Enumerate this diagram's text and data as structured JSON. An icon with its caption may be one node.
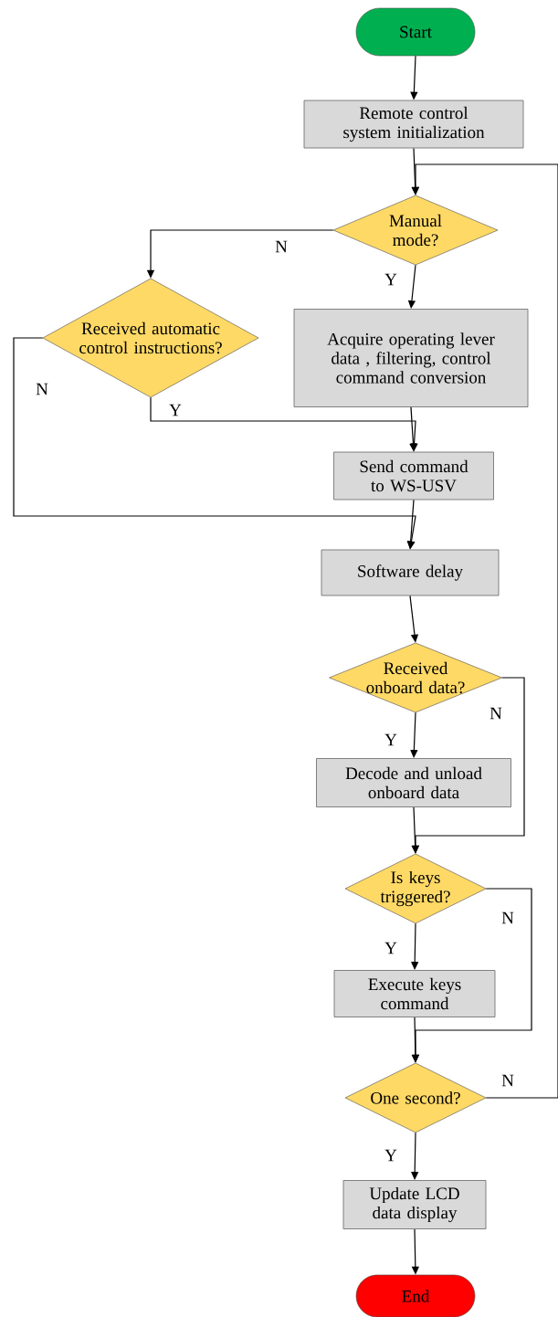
{
  "diagram": {
    "nodes": [
      {
        "text": [
          "Start"
        ]
      },
      {
        "text": [
          "Remote control system initialization"
        ]
      },
      {
        "text": [
          "Manual mode?"
        ]
      },
      {
        "text": [
          "Received automatic control instructions?"
        ]
      },
      {
        "text": [
          "Acquire operating lever data , filtering, control command conversion"
        ]
      },
      {
        "text": [
          "Send command to WS-USV"
        ]
      },
      {
        "text": [
          "Software delay"
        ]
      },
      {
        "text": [
          "Received onboard data?"
        ]
      },
      {
        "text": [
          "Decode and unload onboard data"
        ]
      },
      {
        "text": [
          "Is keys triggered?"
        ]
      },
      {
        "text": [
          "Execute keys command"
        ]
      },
      {
        "text": [
          "One second?"
        ]
      },
      {
        "text": [
          "Update LCD data display"
        ]
      },
      {
        "text": [
          "End"
        ]
      }
    ],
    "edges": [
      {
        "from": 0,
        "to": 1,
        "arrow": "to"
      },
      {
        "from": 1,
        "to": 2,
        "arrow": "to"
      },
      {
        "from": 2,
        "to": 3,
        "arrow": "to",
        "label": "N"
      },
      {
        "from": 2,
        "to": 4,
        "arrow": "to",
        "label": "Y"
      },
      {
        "from": 4,
        "to": 5,
        "arrow": "to"
      },
      {
        "from": 3,
        "to": 5,
        "arrow": "to",
        "label": "Y"
      },
      {
        "from": 3,
        "to": 6,
        "arrow": "to",
        "label": "N"
      },
      {
        "from": 5,
        "to": 6,
        "arrow": "to"
      },
      {
        "from": 6,
        "to": 7,
        "arrow": "to"
      },
      {
        "from": 7,
        "to": 8,
        "arrow": "to",
        "label": "Y"
      },
      {
        "from": 7,
        "to": 9,
        "arrow": "to",
        "label": "N"
      },
      {
        "from": 8,
        "to": 9,
        "arrow": "to"
      },
      {
        "from": 9,
        "to": 10,
        "arrow": "to",
        "label": "Y"
      },
      {
        "from": 9,
        "to": 11,
        "arrow": "to",
        "label": "N"
      },
      {
        "from": 10,
        "to": 11,
        "arrow": "to"
      },
      {
        "from": 11,
        "to": 12,
        "arrow": "to",
        "label": "Y"
      },
      {
        "from": 11,
        "to": 2,
        "arrow": "to",
        "label": "N"
      },
      {
        "from": 12,
        "to": 13,
        "arrow": "to"
      }
    ]
  }
}
